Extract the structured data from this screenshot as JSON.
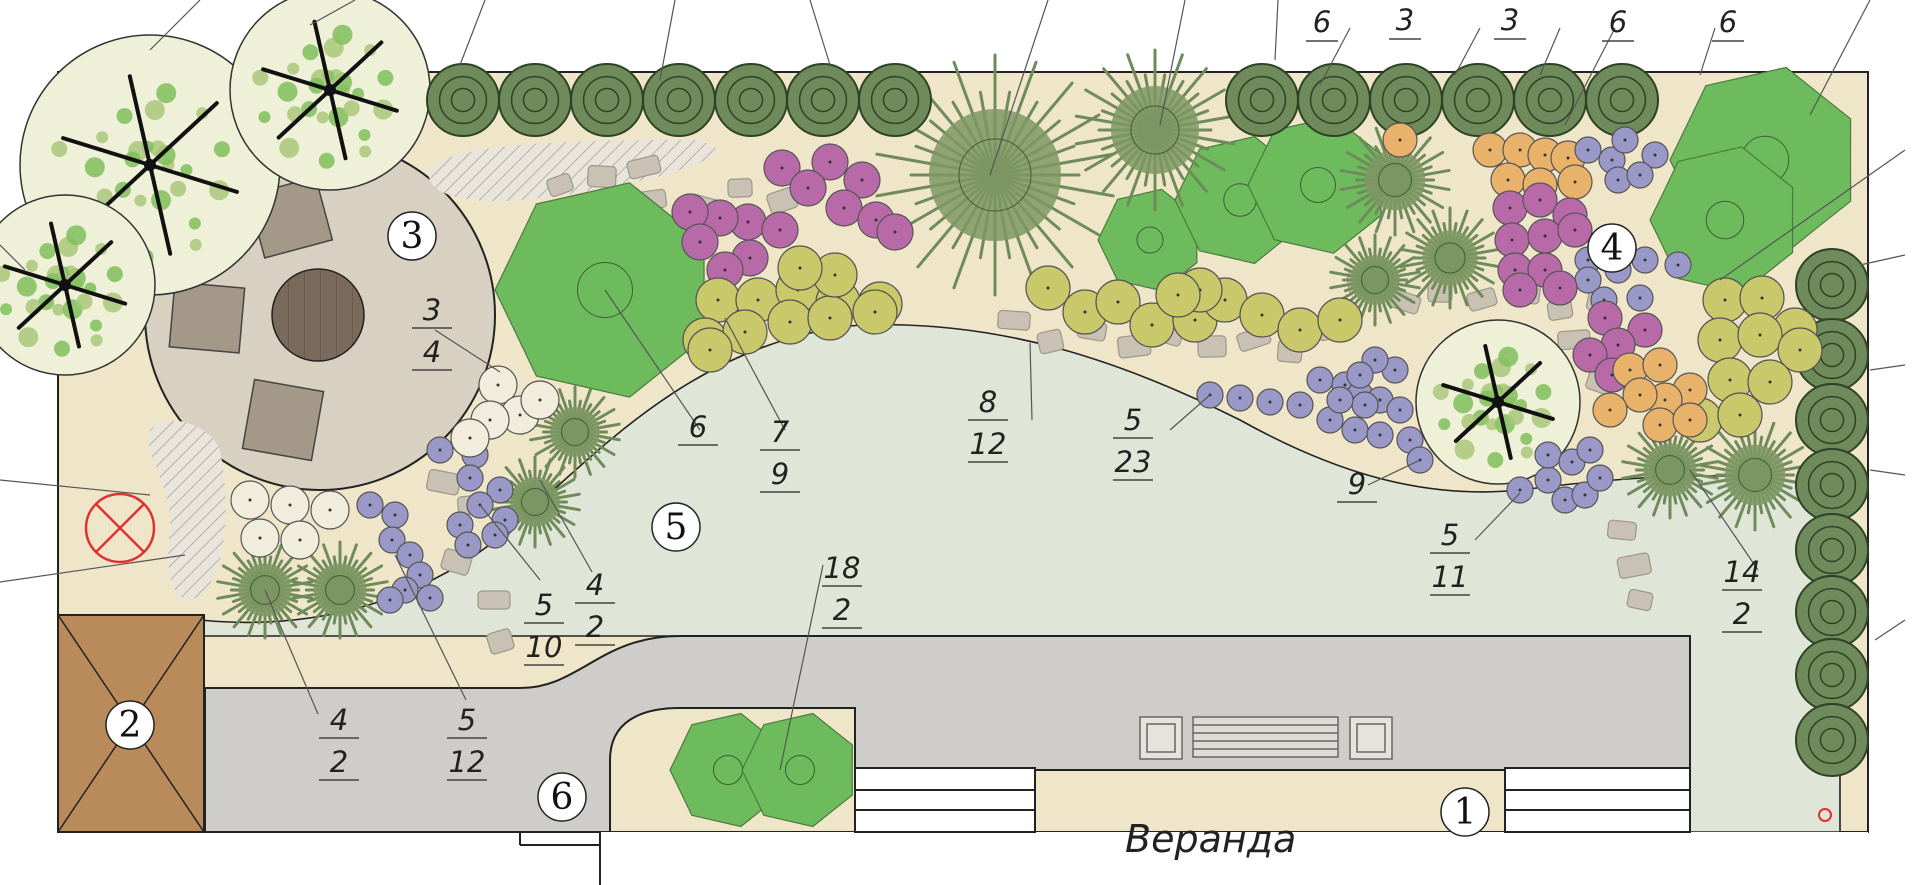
{
  "plan": {
    "building_label": "Веранда",
    "zones": [
      "1",
      "2",
      "3",
      "4",
      "5",
      "6"
    ],
    "legend_single": [
      "6",
      "3",
      "3",
      "6",
      "6"
    ],
    "legend_fractions": [
      {
        "n": "3",
        "d": "4"
      },
      {
        "n": "6",
        "d": ""
      },
      {
        "n": "7",
        "d": "9"
      },
      {
        "n": "8",
        "d": "12"
      },
      {
        "n": "5",
        "d": "23"
      },
      {
        "n": "9",
        "d": ""
      },
      {
        "n": "5",
        "d": "11"
      },
      {
        "n": "14",
        "d": "2"
      },
      {
        "n": "5",
        "d": "10"
      },
      {
        "n": "4",
        "d": "2"
      },
      {
        "n": "18",
        "d": "2"
      },
      {
        "n": "4",
        "d": "2"
      },
      {
        "n": "5",
        "d": "12"
      }
    ],
    "colors": {
      "paving": "#efe5c8",
      "lawn": "#dfe6d7",
      "walk": "#cfcdca",
      "deck": "#b98a5a",
      "patio": "#d8d0c0",
      "conifer": "#6f8a5b",
      "round_shrub": "#6dbb5c",
      "spiky": "#7e9864",
      "purple": "#b86aa8",
      "lavender": "#9a98c6",
      "yellow": "#c9c86a",
      "orange": "#e8b26a",
      "white": "#f1eddc"
    }
  }
}
